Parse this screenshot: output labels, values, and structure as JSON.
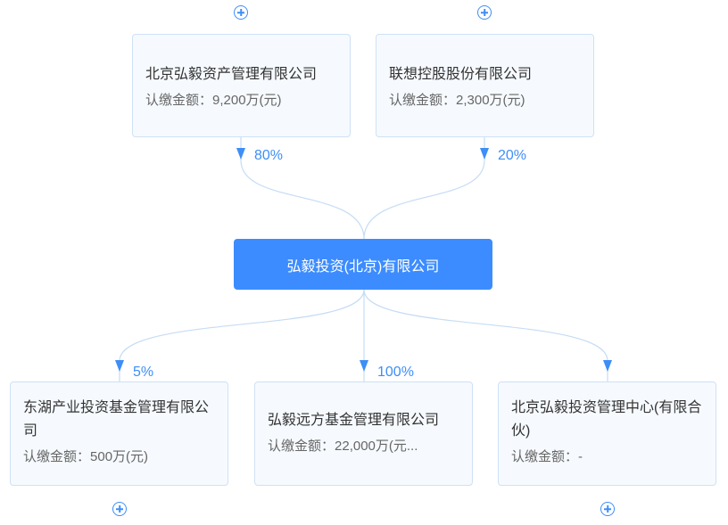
{
  "amount_label": "认缴金额：",
  "center": {
    "name": "弘毅投资(北京)有限公司"
  },
  "shareholders": [
    {
      "name": "北京弘毅资产管理有限公司",
      "amount": "9,200万(元)",
      "percent": "80%"
    },
    {
      "name": "联想控股股份有限公司",
      "amount": "2,300万(元)",
      "percent": "20%"
    }
  ],
  "investments": [
    {
      "name": "东湖产业投资基金管理有限公司",
      "amount": "500万(元)",
      "percent": "5%"
    },
    {
      "name": "弘毅远方基金管理有限公司",
      "amount": "22,000万(元...",
      "percent": "100%"
    },
    {
      "name": "北京弘毅投资管理中心(有限合伙)",
      "amount": "-",
      "percent": ""
    }
  ],
  "colors": {
    "accent": "#3c8cff",
    "line": "#c5dcf5",
    "card_bg": "#f6fafe",
    "card_border": "#cfe1f5"
  }
}
